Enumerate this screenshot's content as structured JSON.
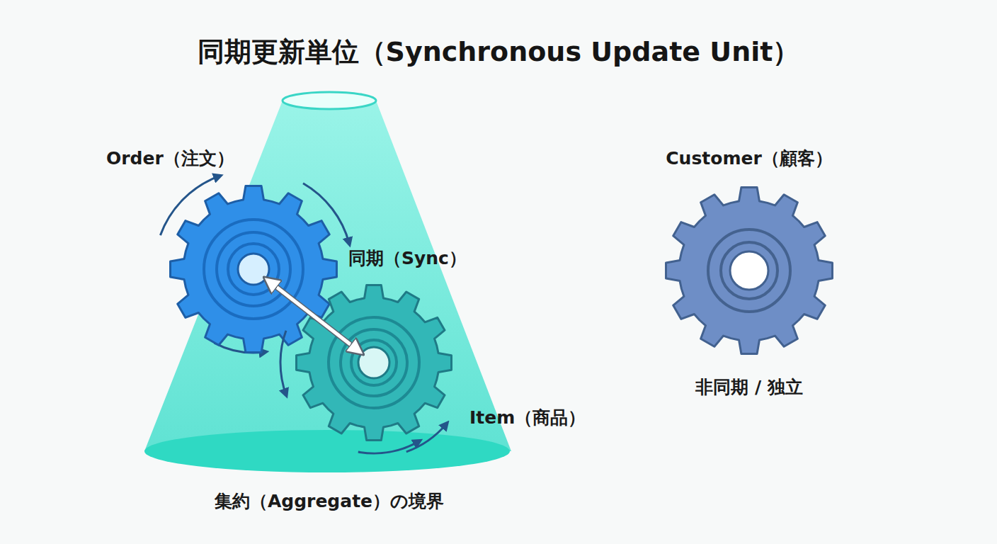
{
  "diagram": {
    "title": "同期更新単位（Synchronous Update Unit）",
    "nodes": [
      {
        "text": [
          "集約（Aggregate）の境界"
        ]
      },
      {
        "text": [
          "Order（注文）"
        ],
        "in": 0
      },
      {
        "text": [
          "Item（商品）"
        ],
        "in": 0
      },
      {
        "text": [
          "Customer（顧客）",
          "非同期 / 独立"
        ]
      }
    ],
    "edges": [
      {
        "from": 1,
        "to": 2,
        "arrow": "both",
        "label": "同期（Sync）"
      }
    ]
  }
}
